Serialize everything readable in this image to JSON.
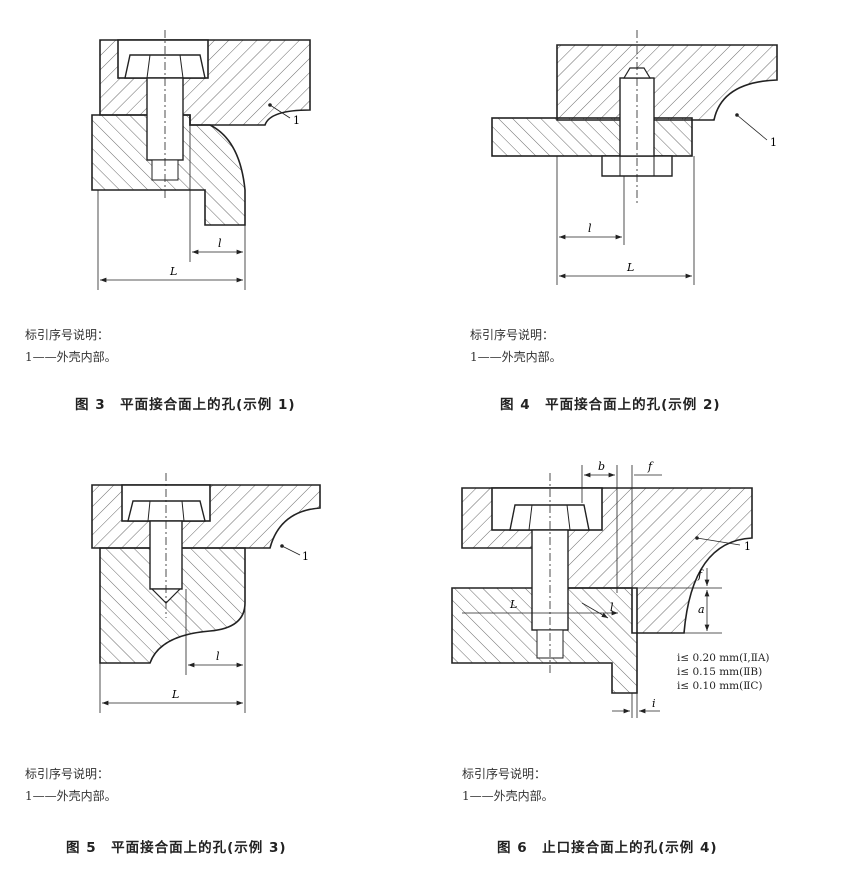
{
  "figures": [
    {
      "legend_title": "标引序号说明：",
      "legend_item": "1——外壳内部。",
      "caption": "图 3　平面接合面上的孔(示例 1)",
      "labels": {
        "ref": "1",
        "l": "l",
        "L": "L"
      }
    },
    {
      "legend_title": "标引序号说明：",
      "legend_item": "1——外壳内部。",
      "caption": "图 4　平面接合面上的孔(示例 2)",
      "labels": {
        "ref": "1",
        "l": "l",
        "L": "L"
      }
    },
    {
      "legend_title": "标引序号说明：",
      "legend_item": "1——外壳内部。",
      "caption": "图 5　平面接合面上的孔(示例 3)",
      "labels": {
        "ref": "1",
        "l": "l",
        "L": "L"
      }
    },
    {
      "legend_title": "标引序号说明：",
      "legend_item": "1——外壳内部。",
      "caption": "图 6　止口接合面上的孔(示例 4)",
      "labels": {
        "ref": "1",
        "l": "l",
        "L": "L",
        "b": "b",
        "f": "f",
        "a": "a",
        "i": "i"
      },
      "tolerances": [
        "i≤ 0.20  mm(Ⅰ,ⅡA)",
        "i≤ 0.15  mm(ⅡB)",
        "i≤ 0.10  mm(ⅡC)"
      ]
    }
  ]
}
